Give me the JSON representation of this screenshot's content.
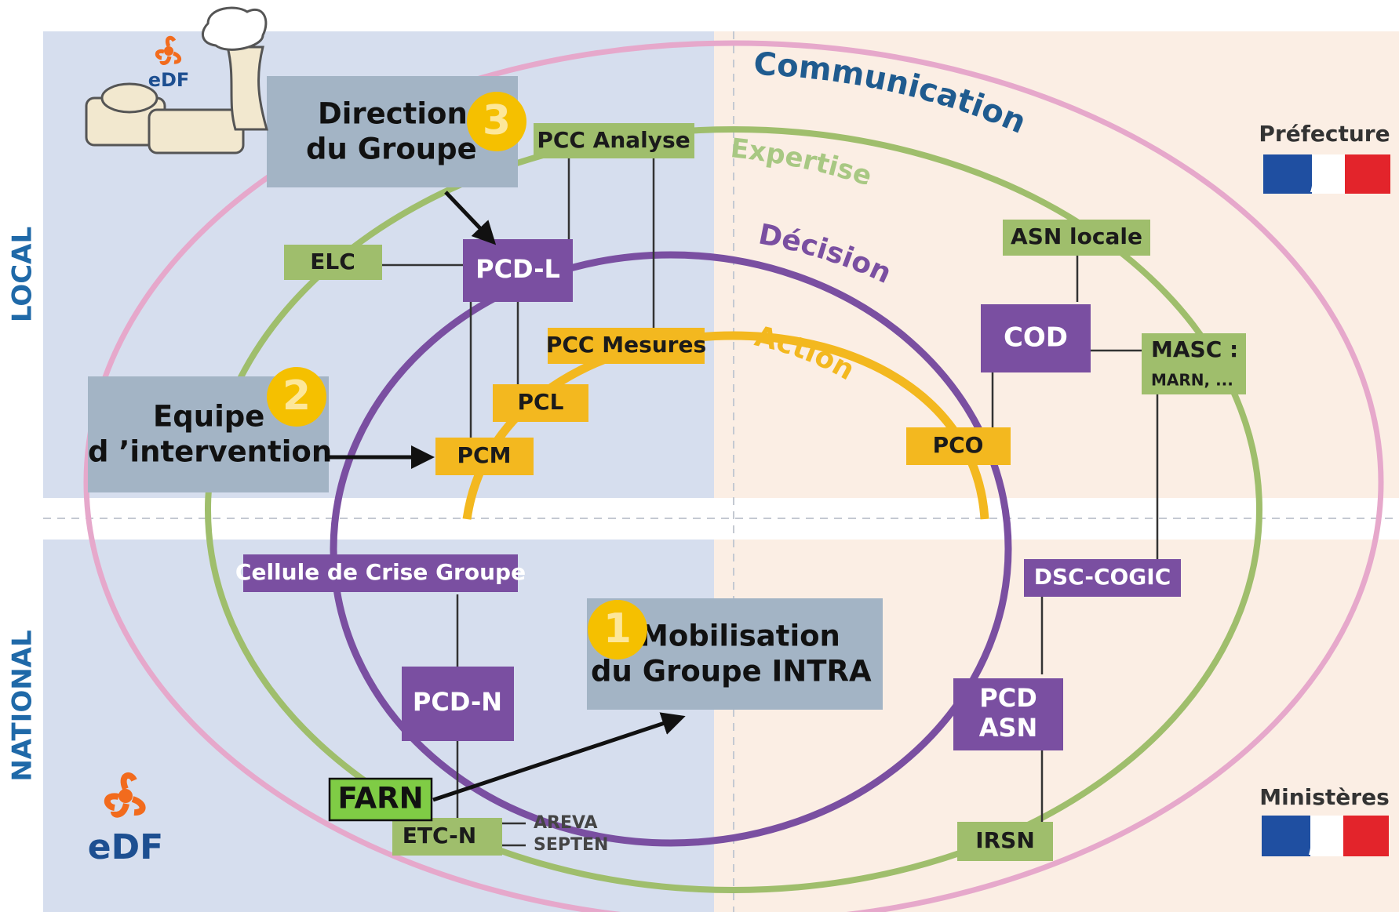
{
  "sides": {
    "local": "LOCAL",
    "national": "NATIONAL"
  },
  "rings": {
    "communication": "Communication",
    "expertise": "Expertise",
    "decision": "Décision",
    "action": "Action"
  },
  "nodes": {
    "pcc_analyse": "PCC Analyse",
    "elc": "ELC",
    "pcd_l": "PCD-L",
    "pcc_mesures": "PCC Mesures",
    "pcl": "PCL",
    "pcm": "PCM",
    "pco": "PCO",
    "asn_locale": "ASN locale",
    "cod": "COD",
    "masc_line1": "MASC :",
    "masc_line2": "MARN, ...",
    "cellule": "Cellule de Crise Groupe",
    "pcd_n": "PCD-N",
    "farn": "FARN",
    "etc_n": "ETC-N",
    "areva": "AREVA",
    "septen": "SEPTEN",
    "dsc_cogic": "DSC-COGIC",
    "pcd_asn_line1": "PCD",
    "pcd_asn_line2": "ASN",
    "irsn": "IRSN"
  },
  "callouts": {
    "direction": {
      "line1": "Direction",
      "line2": "du Groupe",
      "badge": "3"
    },
    "equipe": {
      "line1": "Equipe",
      "line2": "d ’intervention",
      "badge": "2"
    },
    "mobilisation": {
      "line1": "Mobilisation",
      "line2": "du Groupe INTRA",
      "badge": "1"
    }
  },
  "labels": {
    "prefecture": "Préfecture",
    "ministeres": "Ministères"
  },
  "logos": {
    "edf_top": "eDF",
    "edf_bottom": "eDF"
  },
  "colors": {
    "local_bg": "#d6deee",
    "national_bg": "#d6deee",
    "right_bg": "#fbeee4",
    "communication_ring": "#e6a8cb",
    "expertise_ring": "#9fbe6c",
    "decision_ring": "#7a4fa1",
    "action_arc": "#f3b81f",
    "green_box": "#9fbe6c",
    "purple_box": "#7a4fa1",
    "orange_box": "#f3b81f",
    "callout_box": "#a3b4c5",
    "badge": "#f5c000",
    "farn_box": "#7fcc45",
    "title_blue": "#1f69a8",
    "edf_blue": "#1d4f91",
    "edf_orange": "#f26b1d"
  }
}
